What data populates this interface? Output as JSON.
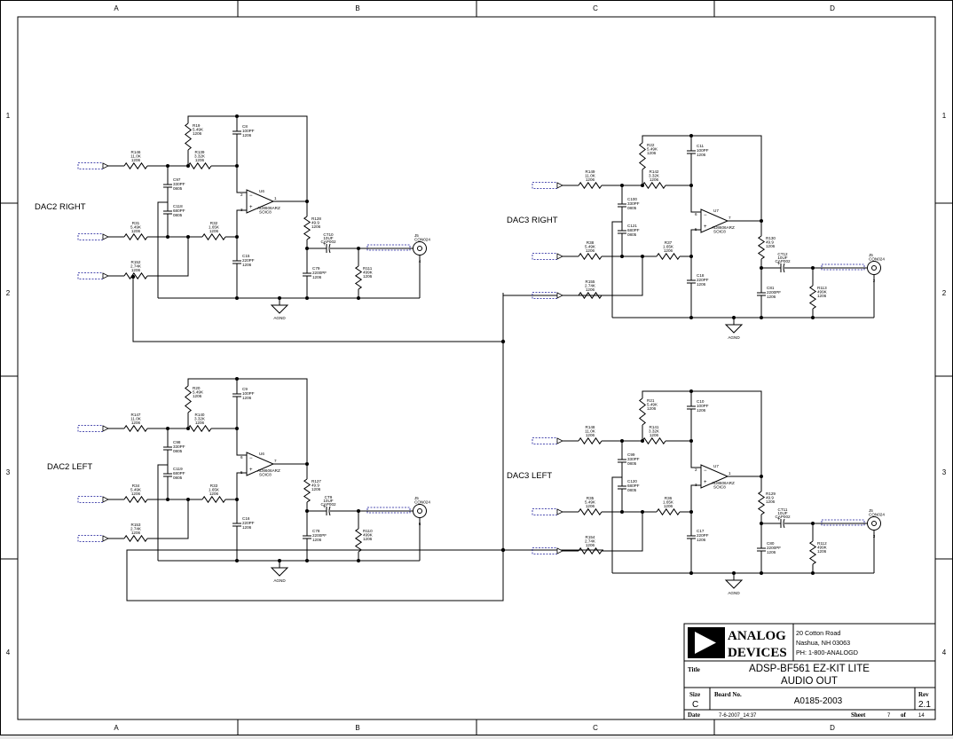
{
  "border": {
    "columns": [
      "A",
      "B",
      "C",
      "D"
    ],
    "rows": [
      "1",
      "2",
      "3",
      "4"
    ]
  },
  "sections": {
    "dac2_right": "DAC2 RIGHT",
    "dac3_right": "DAC3 RIGHT",
    "dac2_left": "DAC2 LEFT",
    "dac3_left": "DAC3 LEFT"
  },
  "ground_label": "AGND",
  "circuits": {
    "dac2_right": {
      "r_top": [
        "R19",
        "5.49K",
        "1206"
      ],
      "c_top": [
        "C8",
        "100PF",
        "1206"
      ],
      "r_in": [
        "R146",
        "11.0K",
        "1206"
      ],
      "r_fb": [
        "R139",
        "3.32K",
        "1206"
      ],
      "c_cap": [
        "C97",
        "330PF",
        "0805"
      ],
      "c_cap2": [
        "C118",
        "680PF",
        "0805"
      ],
      "r_in2": [
        "R31",
        "5.49K",
        "1206"
      ],
      "r_mid": [
        "R32",
        "1.65K",
        "1206"
      ],
      "r_bias": [
        "R152",
        "2.74K",
        "1206"
      ],
      "opamp": [
        "U6",
        "AD8606ARZ",
        "SOIC8"
      ],
      "r_out": [
        "R128",
        "49.9",
        "1206"
      ],
      "c_out": [
        "CT10",
        "10UF",
        "CAP002"
      ],
      "c_gnd": [
        "C15",
        "220PF",
        "1206"
      ],
      "c_load": [
        "C79",
        "2200PF",
        "1206"
      ],
      "r_load": [
        "R111",
        "499K",
        "1206"
      ],
      "jack": [
        "J5",
        "CON024"
      ],
      "pins": {
        "opamp_neg": "2",
        "opamp_pos": "3",
        "opamp_out": "1",
        "jack_pin": "4"
      }
    },
    "dac3_right": {
      "r_top": [
        "R22",
        "5.49K",
        "1206"
      ],
      "c_top": [
        "C11",
        "100PF",
        "1206"
      ],
      "r_in": [
        "R149",
        "11.0K",
        "1206"
      ],
      "r_fb": [
        "R142",
        "3.32K",
        "1206"
      ],
      "c_cap": [
        "C100",
        "330PF",
        "0805"
      ],
      "c_cap2": [
        "C121",
        "680PF",
        "0805"
      ],
      "r_in2": [
        "R38",
        "5.49K",
        "1206"
      ],
      "r_mid": [
        "R37",
        "1.65K",
        "1206"
      ],
      "r_bias": [
        "R155",
        "2.74K",
        "1206"
      ],
      "opamp": [
        "U7",
        "AD8606ARZ",
        "SOIC8"
      ],
      "r_out": [
        "R130",
        "49.9",
        "1206"
      ],
      "c_out": [
        "CT12",
        "10UF",
        "CAP002"
      ],
      "c_gnd": [
        "C18",
        "220PF",
        "1206"
      ],
      "c_load": [
        "C81",
        "2200PF",
        "1206"
      ],
      "r_load": [
        "R113",
        "499K",
        "1206"
      ],
      "jack": [
        "J5",
        "CON024"
      ],
      "pins": {
        "opamp_neg": "6",
        "opamp_pos": "5",
        "opamp_out": "7",
        "jack_pin": "2"
      }
    },
    "dac2_left": {
      "r_top": [
        "R20",
        "5.49K",
        "1206"
      ],
      "c_top": [
        "C9",
        "100PF",
        "1206"
      ],
      "r_in": [
        "R147",
        "11.0K",
        "1206"
      ],
      "r_fb": [
        "R140",
        "3.32K",
        "1206"
      ],
      "c_cap": [
        "C98",
        "330PF",
        "0805"
      ],
      "c_cap2": [
        "C119",
        "680PF",
        "0805"
      ],
      "r_in2": [
        "R34",
        "5.49K",
        "1206"
      ],
      "r_mid": [
        "R33",
        "1.65K",
        "1206"
      ],
      "r_bias": [
        "R153",
        "2.74K",
        "1206"
      ],
      "opamp": [
        "U6",
        "AD8606ARZ",
        "SOIC8"
      ],
      "r_out": [
        "R127",
        "49.9",
        "1206"
      ],
      "c_out": [
        "CT9",
        "10UF",
        "CAP002"
      ],
      "c_gnd": [
        "C16",
        "220PF",
        "1206"
      ],
      "c_load": [
        "C78",
        "2200PF",
        "1206"
      ],
      "r_load": [
        "R110",
        "499K",
        "1206"
      ],
      "jack": [
        "J5",
        "CON024"
      ],
      "pins": {
        "opamp_neg": "6",
        "opamp_pos": "5",
        "opamp_out": "7",
        "jack_pin": "6"
      }
    },
    "dac3_left": {
      "r_top": [
        "R21",
        "5.49K",
        "1206"
      ],
      "c_top": [
        "C10",
        "100PF",
        "1206"
      ],
      "r_in": [
        "R148",
        "11.0K",
        "1206"
      ],
      "r_fb": [
        "R141",
        "3.32K",
        "1206"
      ],
      "c_cap": [
        "C99",
        "330PF",
        "0805"
      ],
      "c_cap2": [
        "C120",
        "680PF",
        "0805"
      ],
      "r_in2": [
        "R35",
        "5.49K",
        "1206"
      ],
      "r_mid": [
        "R36",
        "1.65K",
        "1206"
      ],
      "r_bias": [
        "R154",
        "2.74K",
        "1206"
      ],
      "opamp": [
        "U7",
        "AD8606ARZ",
        "SOIC8"
      ],
      "r_out": [
        "R129",
        "49.9",
        "1206"
      ],
      "c_out": [
        "CT11",
        "10UF",
        "CAP002"
      ],
      "c_gnd": [
        "C17",
        "220PF",
        "1206"
      ],
      "c_load": [
        "C80",
        "2200PF",
        "1206"
      ],
      "r_load": [
        "R112",
        "499K",
        "1206"
      ],
      "jack": [
        "J5",
        "CON024"
      ],
      "pins": {
        "opamp_neg": "2",
        "opamp_pos": "3",
        "opamp_out": "1",
        "jack_pin": "3"
      }
    }
  },
  "title_block": {
    "logo_line1": "ANALOG",
    "logo_line2": "DEVICES",
    "address_line1": "20 Cotton Road",
    "address_line2": "Nashua, NH 03063",
    "address_line3": "PH: 1-800-ANALOGD",
    "title_label": "Title",
    "title_line1": "ADSP-BF561 EZ-KIT LITE",
    "title_line2": "AUDIO OUT",
    "size_label": "Size",
    "size_value": "C",
    "board_label": "Board No.",
    "board_value": "A0185-2003",
    "rev_label": "Rev",
    "rev_value": "2.1",
    "date_label": "Date",
    "date_value": "7-6-2007_14:37",
    "sheet_label": "Sheet",
    "sheet_value": "7",
    "of_label": "of",
    "of_value": "14"
  }
}
